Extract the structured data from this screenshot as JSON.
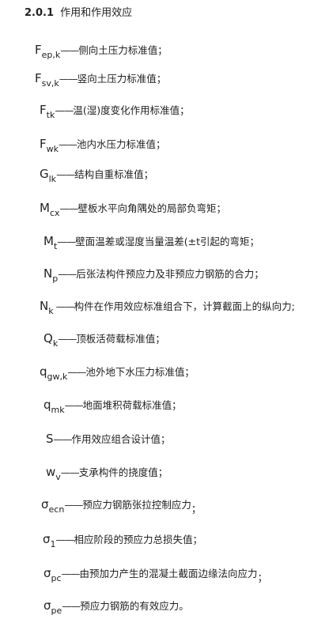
{
  "heading": {
    "number": "2.0.1",
    "title": "作用和作用效应"
  },
  "items": [
    {
      "symbol": "F",
      "subscript": "ep,k",
      "dash": "——",
      "text": "侧向土压力标准值；"
    },
    {
      "symbol": "F",
      "subscript": "sv,k",
      "dash": "——",
      "text": "竖向土压力标准值；"
    },
    {
      "symbol": "F",
      "subscript": "tk",
      "dash": "——",
      "text": "温(湿)度变化作用标准值；"
    },
    {
      "symbol": "F",
      "subscript": "wk",
      "dash": "——",
      "text": "池内水压力标准值；"
    },
    {
      "symbol": "G",
      "subscript": "lk",
      "dash": "——",
      "text": "结构自重标准值；"
    },
    {
      "symbol": "M",
      "subscript": "cx",
      "dash": "——",
      "text": "壁板水平向角隅处的局部负弯矩；"
    },
    {
      "symbol": "M",
      "subscript": "t",
      "dash": "——",
      "text": "壁面温差或湿度当量温差(±t引起的弯矩；"
    },
    {
      "symbol": "N",
      "subscript": "p",
      "dash": "——",
      "text": "后张法构件预应力及非预应力钢筋的合力；"
    },
    {
      "symbol": "N",
      "subscript": "k",
      "dash": " ——",
      "text": "构件在作用效应标准组合下，计算截面上的纵向力;"
    },
    {
      "symbol": "Q",
      "subscript": "k",
      "dash": "——",
      "text": "顶板活荷载标准值；"
    },
    {
      "symbol": "q",
      "subscript": "gw,k",
      "dash": "——",
      "text": "池外地下水压力标准值；"
    },
    {
      "symbol": "q",
      "subscript": "mk",
      "dash": "——",
      "text": "地面堆积荷载标准值；"
    },
    {
      "symbol": "S",
      "subscript": "",
      "dash": "——",
      "text": "作用效应组合设计值；"
    },
    {
      "symbol": "w",
      "subscript": "v",
      "dash": "——",
      "text": "支承构件的挠度值；"
    },
    {
      "symbol": "σ",
      "subscript": "ecn",
      "dash": "——",
      "text": "预应力钢筋张拉控制应力",
      "tail": "；"
    },
    {
      "symbol": "σ",
      "subscript": "1",
      "dash": "——",
      "text": "相应阶段的预应力总损失值；"
    },
    {
      "symbol": "σ",
      "subscript": "pc",
      "dash": "——",
      "text": "由预加力产生的混凝土截面边缘法向应力",
      "tail": "；"
    },
    {
      "symbol": "σ",
      "subscript": "pe",
      "dash": "——",
      "text": "预应力钢筋的有效应力。"
    }
  ]
}
